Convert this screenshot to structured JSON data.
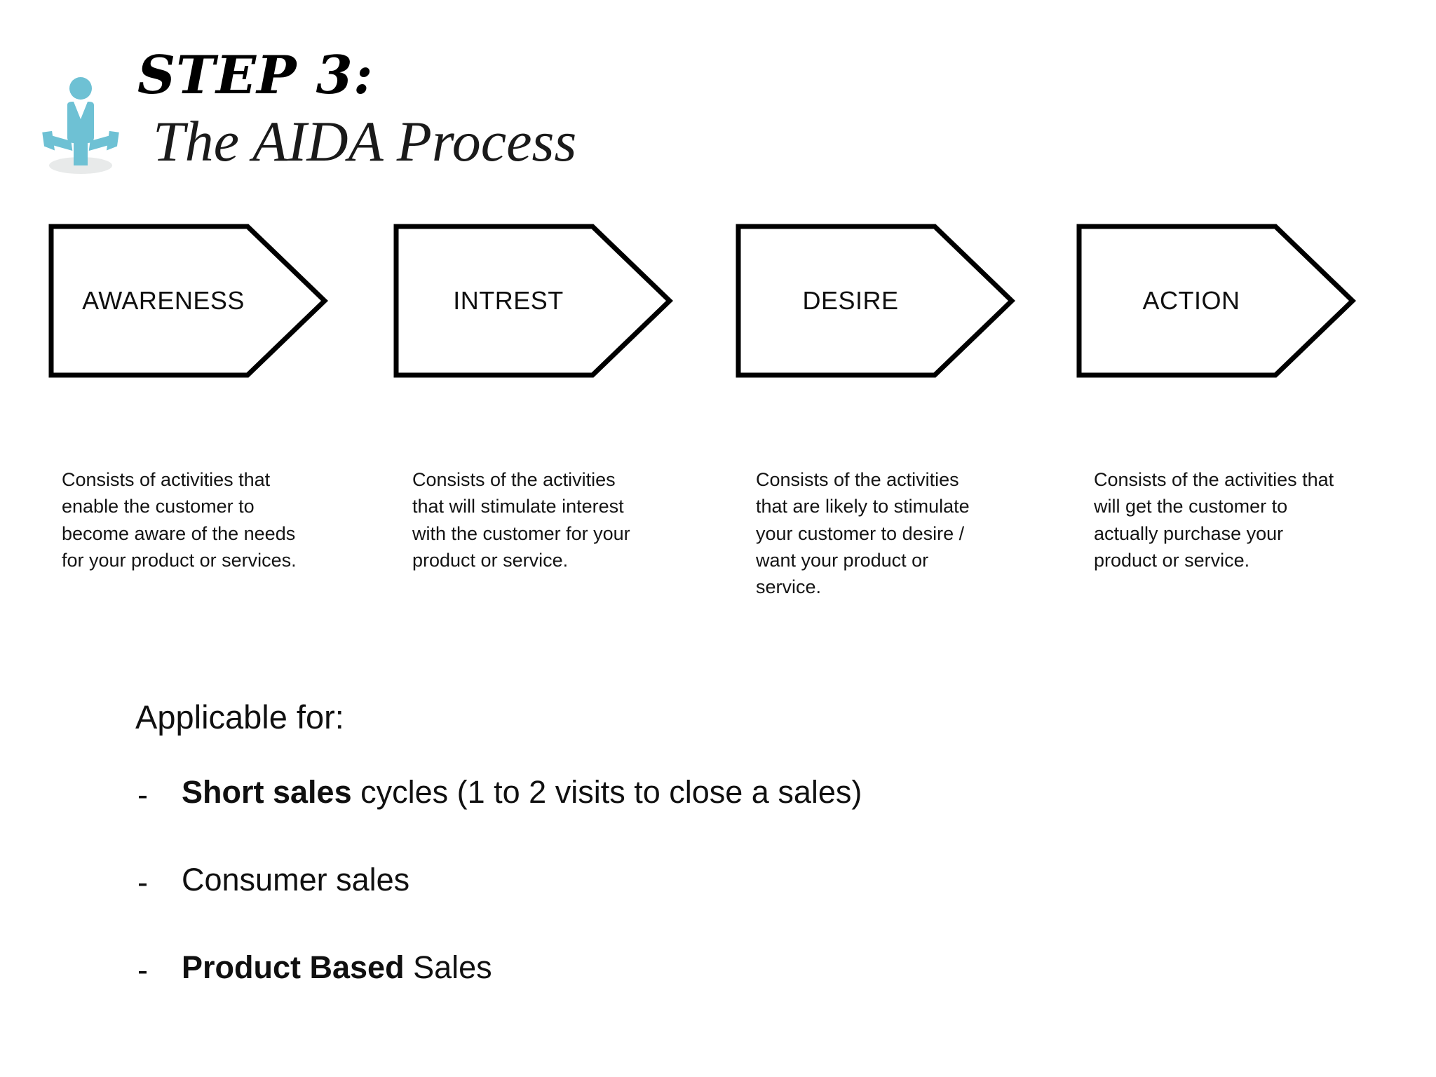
{
  "header": {
    "icon_name": "person-at-crossroads-icon",
    "icon_color": "#6EC1D4",
    "icon_shadow_color": "#E8EAEA",
    "step_title": "STEP 3:",
    "subtitle": "The AIDA Process"
  },
  "stages": [
    {
      "label": "AWARENESS",
      "description": "Consists of activities that enable the customer to become aware of the needs for your product or services."
    },
    {
      "label": "INTREST",
      "description": "Consists of the activities that will stimulate interest with the customer for your product or service."
    },
    {
      "label": "DESIRE",
      "description": "Consists of the activities that are likely to stimulate your customer to desire / want your product or service."
    },
    {
      "label": "ACTION",
      "description": "Consists of the activities that will get the customer to actually purchase your product or service."
    }
  ],
  "applicable": {
    "heading": "Applicable for:",
    "bullet_marker": "-",
    "items": [
      {
        "bold": "Short sales",
        "rest": " cycles (1 to 2 visits to close a sales)"
      },
      {
        "bold": "",
        "rest": "Consumer sales"
      },
      {
        "bold": "Product Based",
        "rest": " Sales"
      }
    ]
  },
  "colors": {
    "accent": "#6EC1D4",
    "outline": "#000000",
    "text": "#101010",
    "background": "#FFFFFF"
  }
}
